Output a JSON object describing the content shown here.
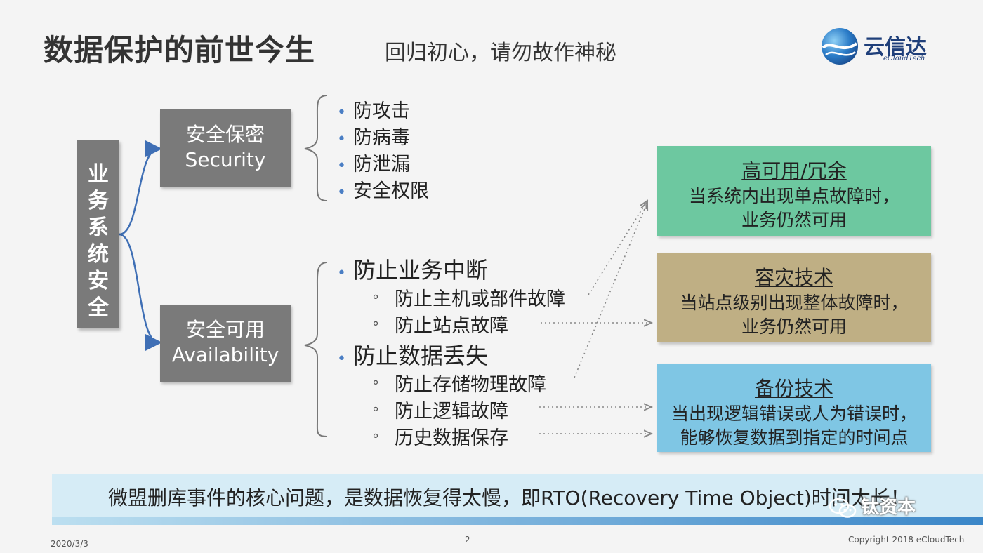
{
  "slide": {
    "title": "数据保护的前世今生",
    "subtitle": "回归初心，请勿故作神秘",
    "logo": {
      "icon": "globe-wave-icon",
      "cn": "云信达",
      "en": "eCloudTech"
    }
  },
  "diagram": {
    "root": {
      "label_lines": [
        "业",
        "务",
        "系",
        "统",
        "安",
        "全"
      ]
    },
    "security": {
      "title": "安全保密",
      "title_en": "Security",
      "items": [
        "防攻击",
        "防病毒",
        "防泄漏",
        "安全权限"
      ]
    },
    "availability": {
      "title": "安全可用",
      "title_en": "Availability",
      "groups": [
        {
          "label": "防止业务中断",
          "subitems": [
            "防止主机或部件故障",
            "防止站点故障"
          ]
        },
        {
          "label": "防止数据丢失",
          "subitems": [
            "防止存储物理故障",
            "防止逻辑故障",
            "历史数据保存"
          ]
        }
      ]
    },
    "cards": [
      {
        "title": "高可用/冗余",
        "desc_lines": [
          "当系统内出现单点故障时，",
          "业务仍然可用"
        ],
        "color": "#6dc8a0"
      },
      {
        "title": "容灾技术",
        "desc_lines": [
          "当站点级别出现整体故障时，",
          "业务仍然可用"
        ],
        "color": "#bfaf84"
      },
      {
        "title": "备份技术",
        "desc_lines": [
          "当出现逻辑错误或人为错误时，",
          "能够恢复数据到指定的时间点"
        ],
        "color": "#7fc6e4"
      }
    ]
  },
  "banner": {
    "text": "微盟删库事件的核心问题，是数据恢复得太慢，即RTO(Recovery Time Object)时间太长！"
  },
  "watermark": {
    "icon": "wechat-icon",
    "text": "钛资本"
  },
  "footer": {
    "date": "2020/3/3",
    "page": "2",
    "copyright": "Copyright 2018 eCloudTech"
  }
}
